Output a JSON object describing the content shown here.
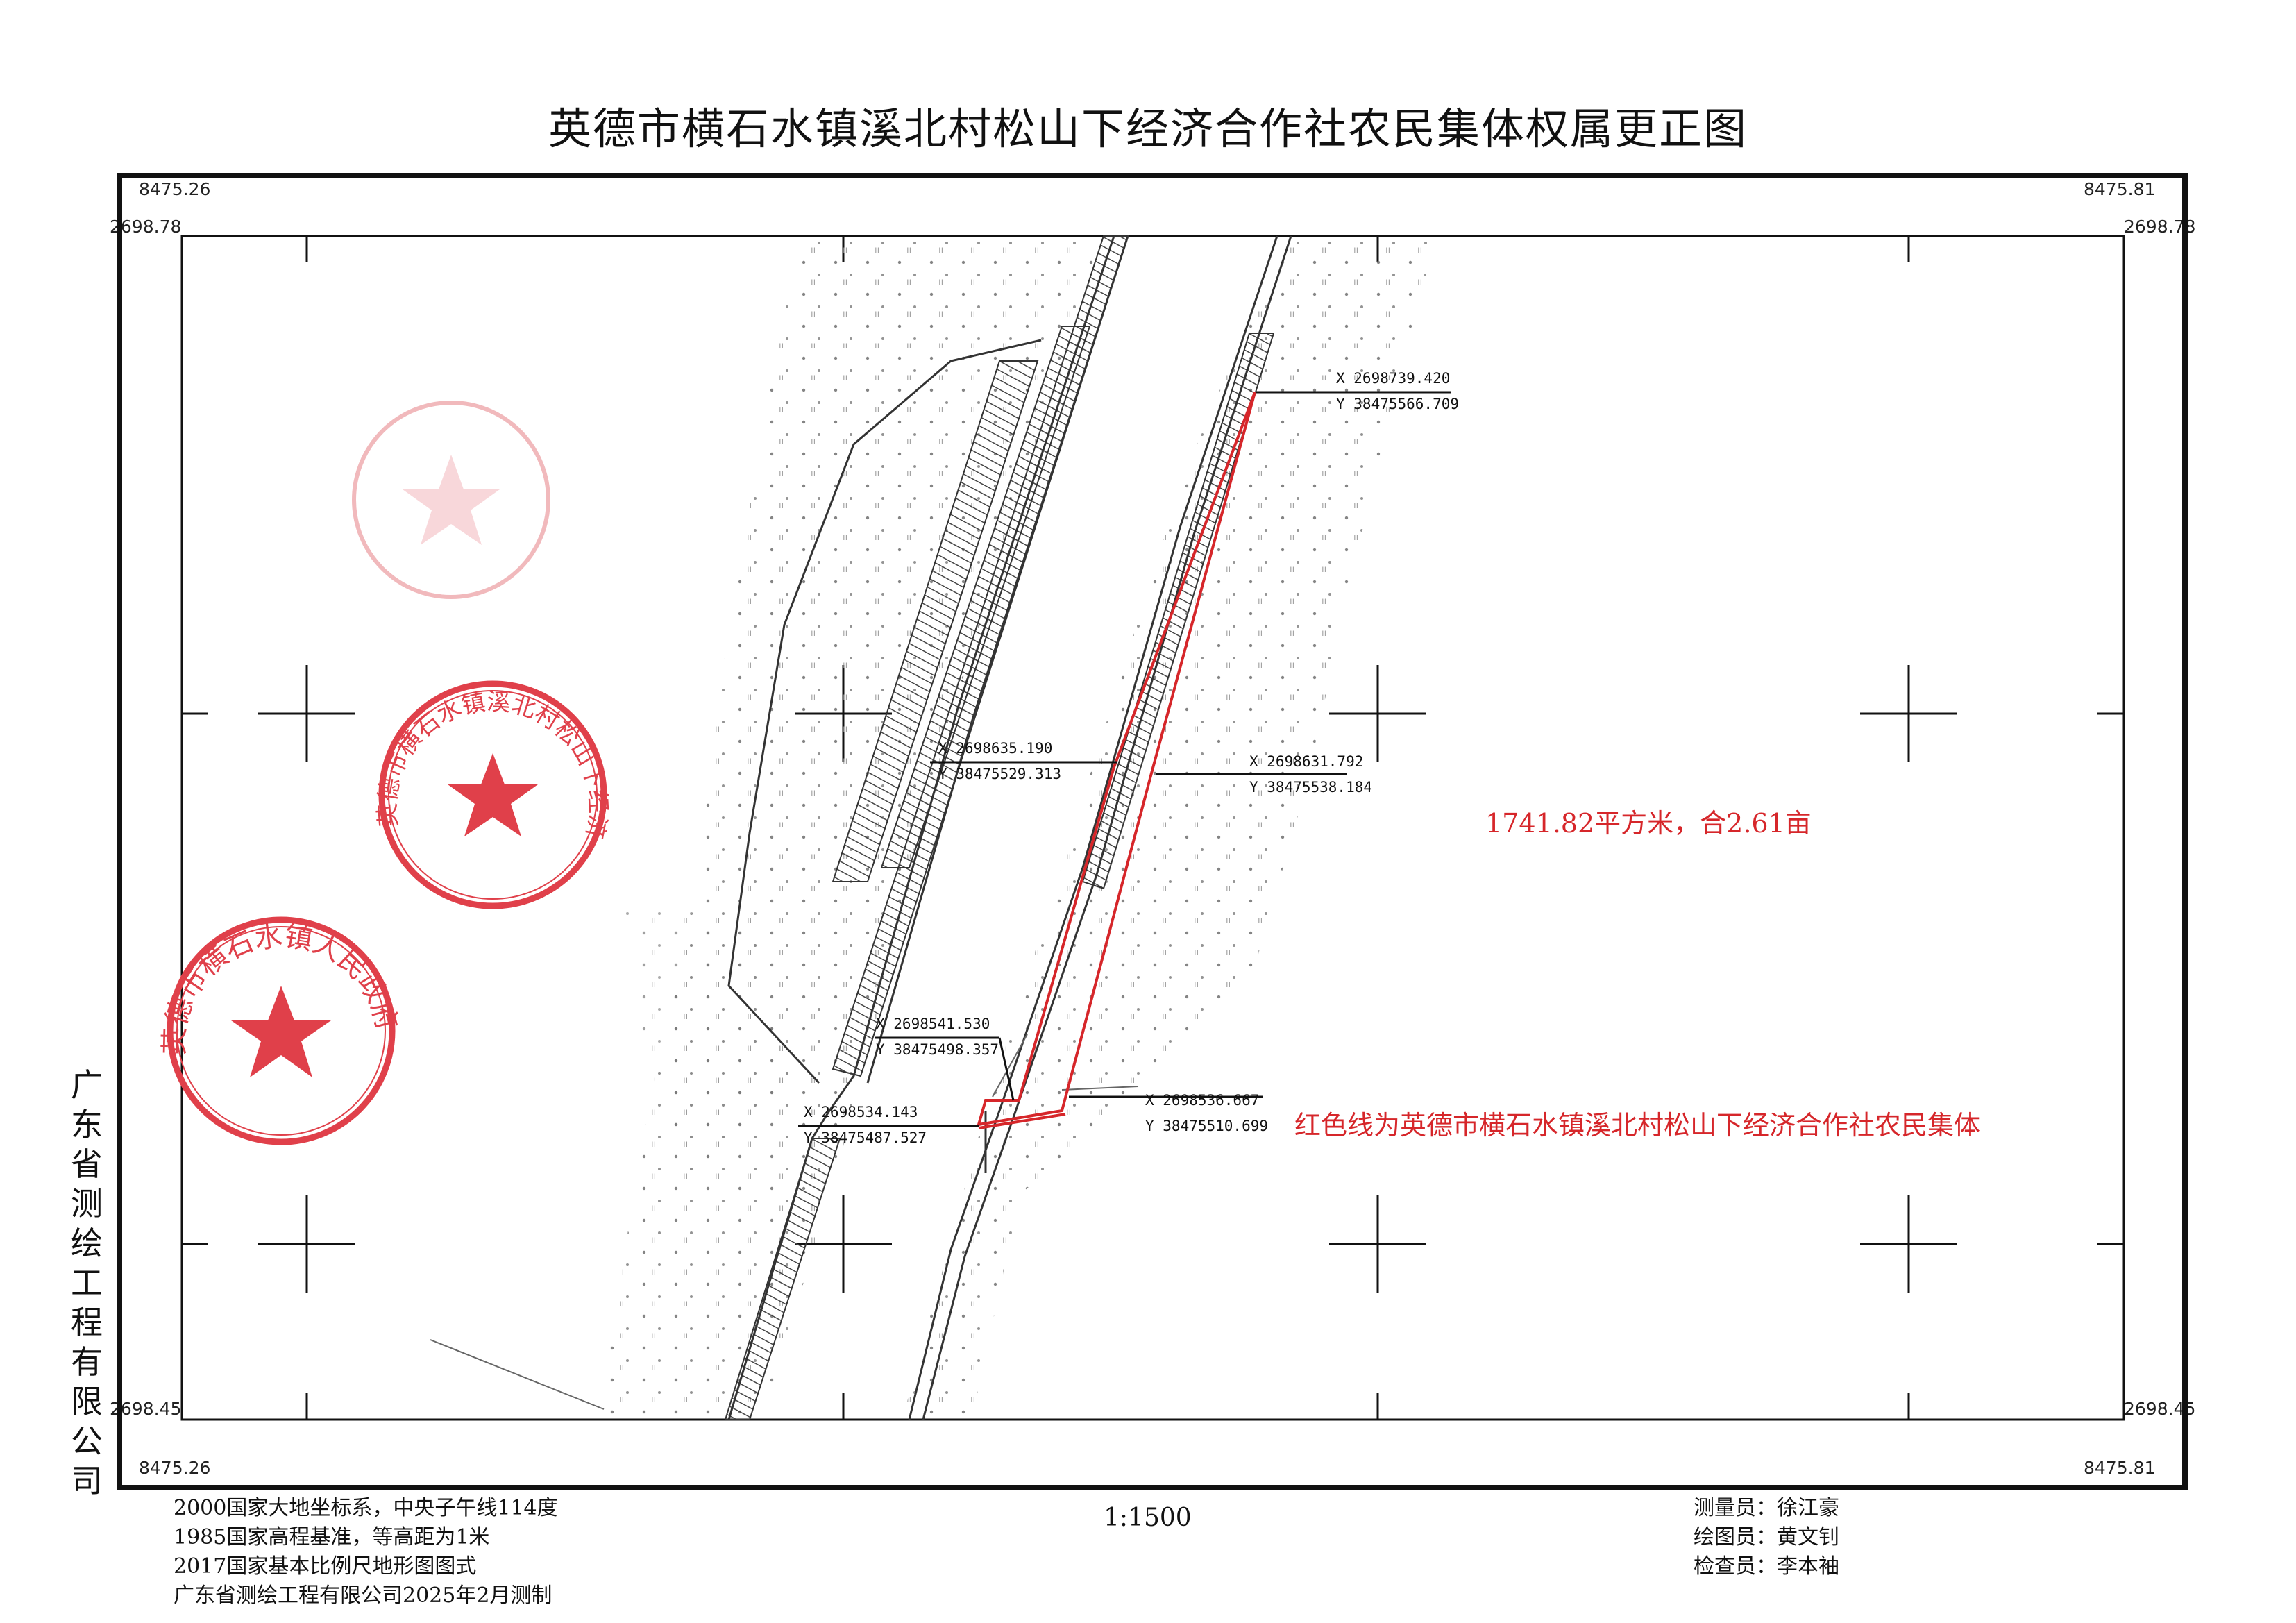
{
  "title": "英德市横石水镇溪北村松山下经济合作社农民集体权属更正图",
  "corners": {
    "top_left_y": "8475.26",
    "top_left_x": "2698.78",
    "top_right_y": "8475.81",
    "top_right_x": "2698.78",
    "bottom_left_x": "2698.45",
    "bottom_left_y": "8475.26",
    "bottom_right_x": "2698.45",
    "bottom_right_y": "8475.81"
  },
  "company_vertical": "广东省测绘工程有限公司",
  "points": [
    {
      "x": "X 2698739.420",
      "y": "Y 38475566.709"
    },
    {
      "x": "X 2698635.190",
      "y": "Y 38475529.313"
    },
    {
      "x": "X 2698631.792",
      "y": "Y 38475538.184"
    },
    {
      "x": "X 2698541.530",
      "y": "Y 38475498.357"
    },
    {
      "x": "X 2698534.143",
      "y": "Y 38475487.527"
    },
    {
      "x": "X 2698536.667",
      "y": "Y 38475510.699"
    }
  ],
  "area_text": "1741.82平方米，合2.61亩",
  "legend_text": "红色线为英德市横石水镇溪北村松山下经济合作社农民集体",
  "footer_left": [
    "2000国家大地坐标系，中央子午线114度",
    "1985国家高程基准，等高距为1米",
    "2017国家基本比例尺地形图图式",
    "广东省测绘工程有限公司2025年2月测制"
  ],
  "scale": "1:1500",
  "staff": {
    "surveyor_label": "测量员：",
    "surveyor": "徐江豪",
    "drafter_label": "绘图员：",
    "drafter": "黄文钊",
    "checker_label": "检查员：",
    "checker": "李本袖"
  },
  "stamps": [
    {
      "text": "英德市横石水镇溪北村松山下经济合作社",
      "color": "#e0404a"
    },
    {
      "text": "英德市横石水镇人民政府",
      "color": "#e0404a"
    }
  ],
  "colors": {
    "boundary": "#d6262a",
    "frame": "#111111",
    "map_ink": "#555555"
  }
}
